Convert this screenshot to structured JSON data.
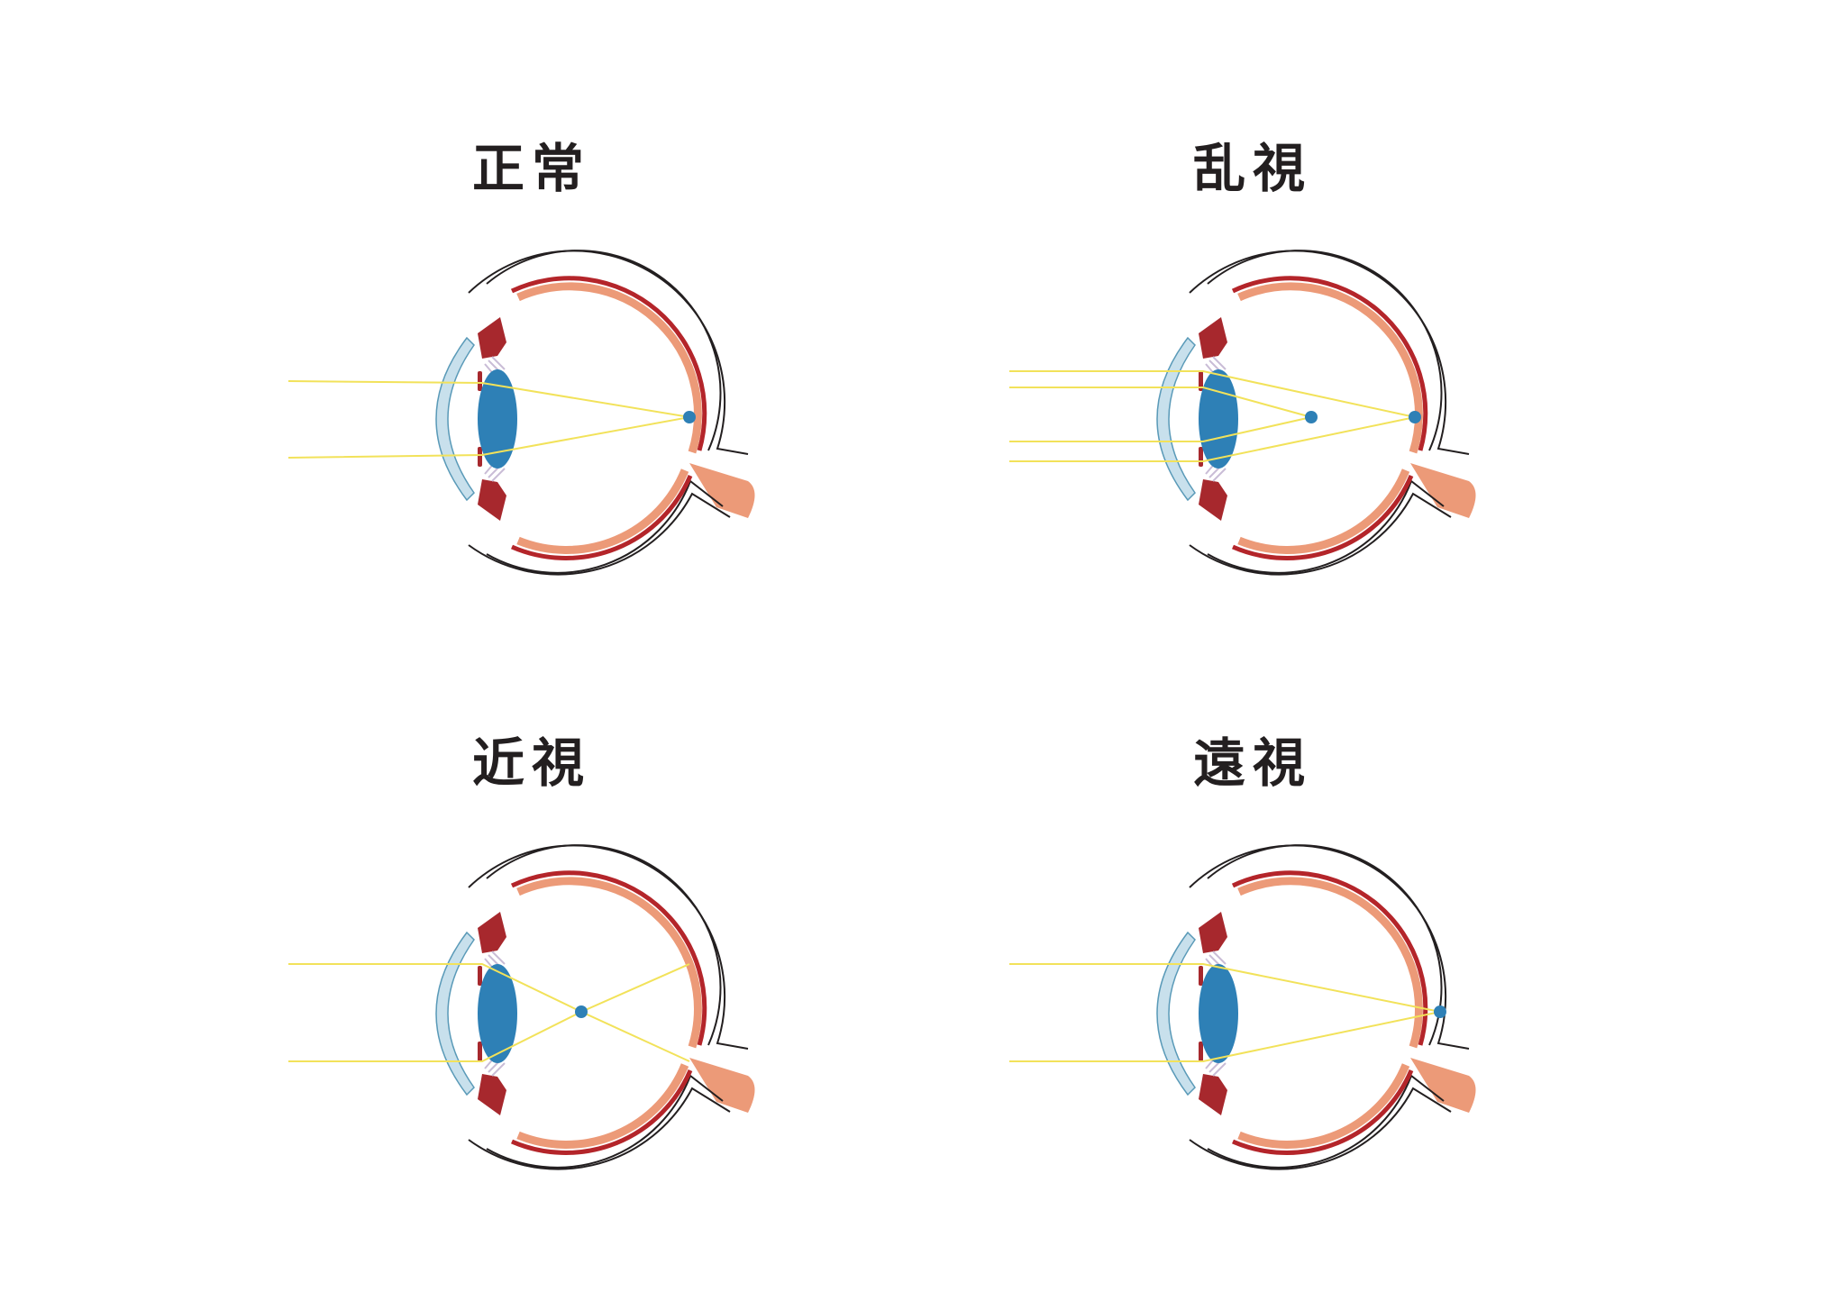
{
  "colors": {
    "sclera_outline": "#231f20",
    "cornea": "#c8e0ec",
    "cornea_stroke": "#5a9ab8",
    "iris": "#a7282d",
    "choroid": "#b4252a",
    "retina": "#ec9a78",
    "lens": "#2e80b6",
    "zonule": "#c9bcd6",
    "ray": "#f2e25a",
    "focus_point": "#2e80b6"
  },
  "panels": [
    {
      "id": "normal",
      "title": "正常",
      "condition": "normal"
    },
    {
      "id": "astigmatism",
      "title": "乱視",
      "condition": "astigmatism"
    },
    {
      "id": "myopia",
      "title": "近視",
      "condition": "myopia"
    },
    {
      "id": "hyperopia",
      "title": "遠視",
      "condition": "hyperopia"
    }
  ]
}
